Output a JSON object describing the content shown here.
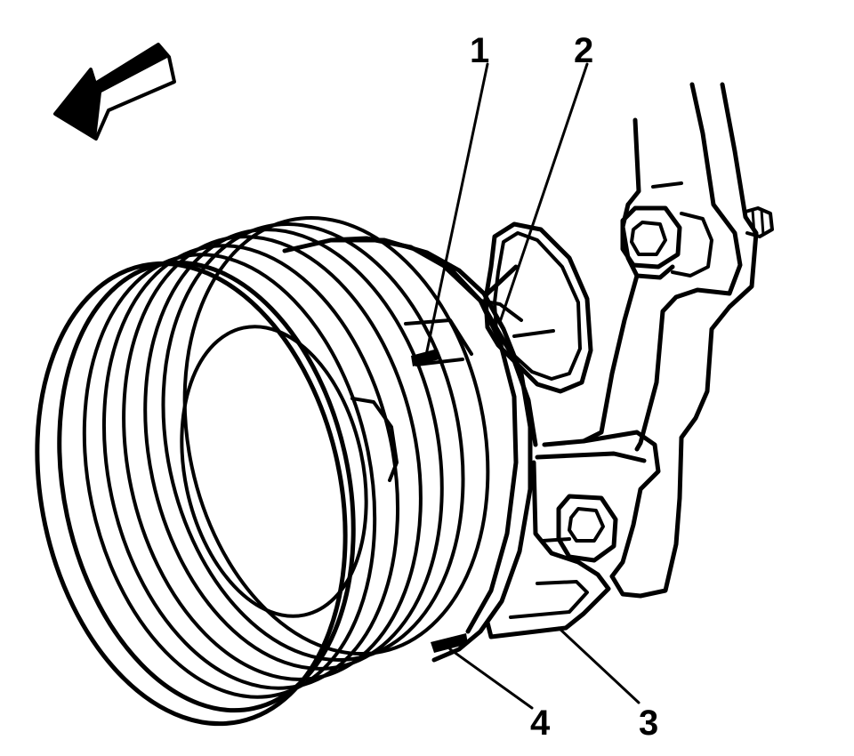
{
  "figure": {
    "background": "#ffffff",
    "ink": "#000000",
    "direction_icon": "front-direction-arrow-icon",
    "callouts": [
      {
        "id": "1",
        "label": "1"
      },
      {
        "id": "2",
        "label": "2"
      },
      {
        "id": "3",
        "label": "3"
      },
      {
        "id": "4",
        "label": "4"
      }
    ]
  }
}
